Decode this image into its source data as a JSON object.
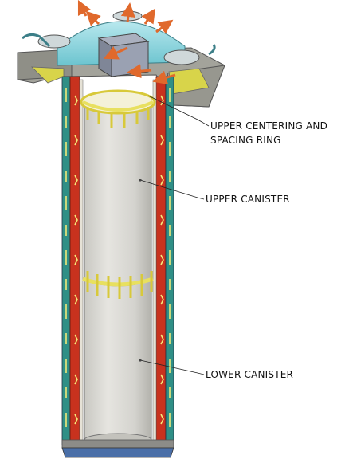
{
  "labels": {
    "upper_ring_line1": "UPPER CENTERING AND",
    "upper_ring_line2": "SPACING RING",
    "upper_canister": "UPPER CANISTER",
    "lower_canister": "LOWER CANISTER"
  },
  "colors": {
    "canister": "#dcdbd6",
    "canister_shade": "#b9b8b2",
    "liner_red": "#c8321e",
    "liner_teal": "#2f8f86",
    "ring_yellow": "#e8e060",
    "concrete": "#9a9a92",
    "lid_blue": "#8fd6de",
    "flow_arrow": "#e0692c"
  }
}
